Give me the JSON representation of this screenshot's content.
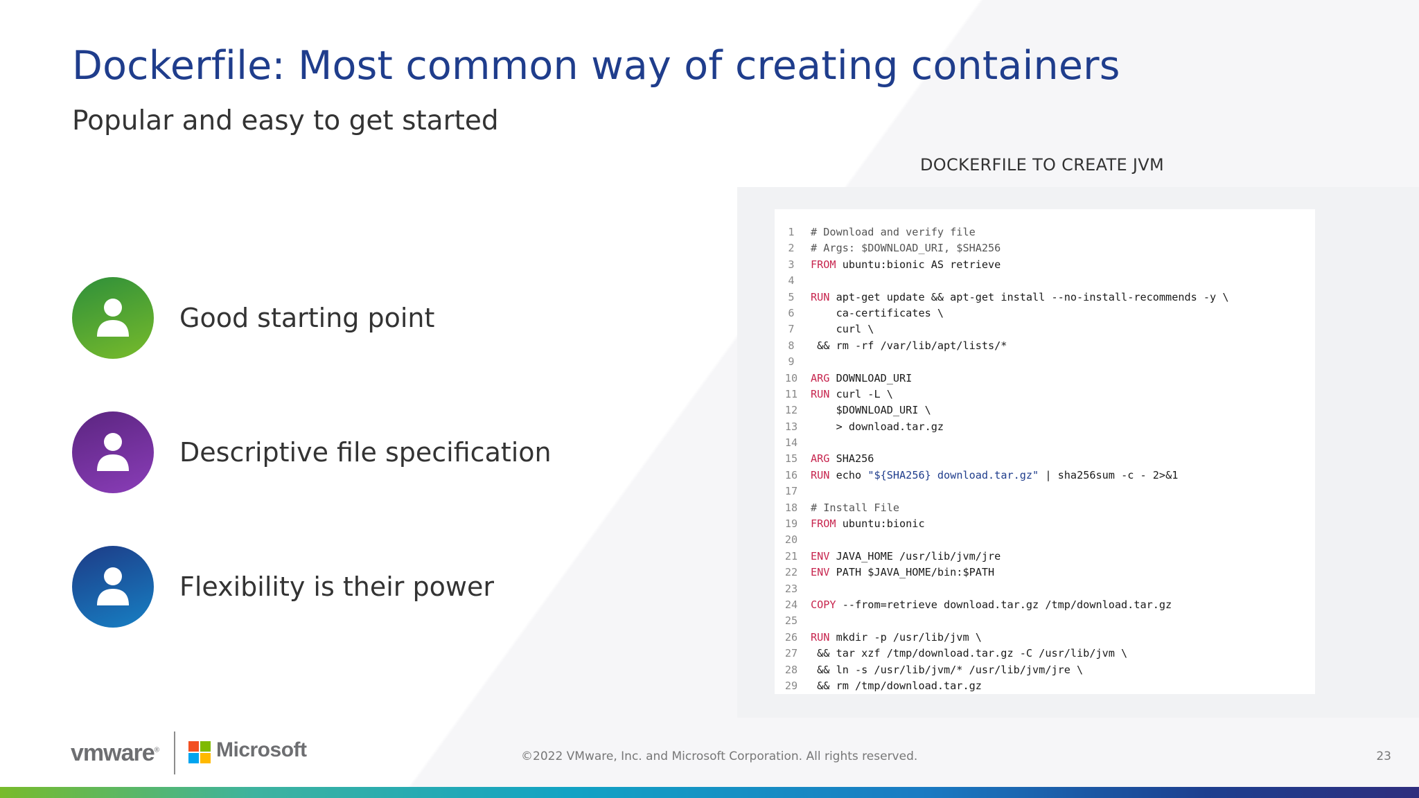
{
  "title": "Dockerfile: Most common way of creating containers",
  "subtitle": "Popular and easy to get started",
  "points": [
    {
      "label": "Good starting point",
      "icon": "user-icon",
      "color": "#4aa532"
    },
    {
      "label": "Descriptive file specification",
      "icon": "user-icon",
      "color": "#6f2fa0"
    },
    {
      "label": "Flexibility is their power",
      "icon": "user-icon",
      "color": "#1a5aa6"
    }
  ],
  "code": {
    "title": "DOCKERFILE TO CREATE JVM",
    "lines": [
      {
        "n": "1",
        "parts": [
          {
            "t": "# Download and verify file",
            "c": "cm"
          }
        ]
      },
      {
        "n": "2",
        "parts": [
          {
            "t": "# Args: $DOWNLOAD_URI, $SHA256",
            "c": "cm"
          }
        ]
      },
      {
        "n": "3",
        "parts": [
          {
            "t": "FROM",
            "c": "kw"
          },
          {
            "t": " ubuntu:bionic AS retrieve",
            "c": ""
          }
        ]
      },
      {
        "n": "4",
        "parts": []
      },
      {
        "n": "5",
        "parts": [
          {
            "t": "RUN",
            "c": "kw"
          },
          {
            "t": " apt-get update && apt-get install --no-install-recommends -y \\",
            "c": ""
          }
        ]
      },
      {
        "n": "6",
        "parts": [
          {
            "t": "    ca-certificates \\",
            "c": ""
          }
        ]
      },
      {
        "n": "7",
        "parts": [
          {
            "t": "    curl \\",
            "c": ""
          }
        ]
      },
      {
        "n": "8",
        "parts": [
          {
            "t": " && rm -rf /var/lib/apt/lists/*",
            "c": ""
          }
        ]
      },
      {
        "n": "9",
        "parts": []
      },
      {
        "n": "10",
        "parts": [
          {
            "t": "ARG",
            "c": "kw"
          },
          {
            "t": " DOWNLOAD_URI",
            "c": ""
          }
        ]
      },
      {
        "n": "11",
        "parts": [
          {
            "t": "RUN",
            "c": "kw"
          },
          {
            "t": " curl -L \\",
            "c": ""
          }
        ]
      },
      {
        "n": "12",
        "parts": [
          {
            "t": "    $DOWNLOAD_URI \\",
            "c": ""
          }
        ]
      },
      {
        "n": "13",
        "parts": [
          {
            "t": "    > download.tar.gz",
            "c": ""
          }
        ]
      },
      {
        "n": "14",
        "parts": []
      },
      {
        "n": "15",
        "parts": [
          {
            "t": "ARG",
            "c": "kw"
          },
          {
            "t": " SHA256",
            "c": ""
          }
        ]
      },
      {
        "n": "16",
        "parts": [
          {
            "t": "RUN",
            "c": "kw"
          },
          {
            "t": " echo ",
            "c": ""
          },
          {
            "t": "\"${SHA256} download.tar.gz\"",
            "c": "str"
          },
          {
            "t": " | sha256sum -c - 2>&1",
            "c": ""
          }
        ]
      },
      {
        "n": "17",
        "parts": []
      },
      {
        "n": "18",
        "parts": [
          {
            "t": "# Install File",
            "c": "cm"
          }
        ]
      },
      {
        "n": "19",
        "parts": [
          {
            "t": "FROM",
            "c": "kw"
          },
          {
            "t": " ubuntu:bionic",
            "c": ""
          }
        ]
      },
      {
        "n": "20",
        "parts": []
      },
      {
        "n": "21",
        "parts": [
          {
            "t": "ENV",
            "c": "kw"
          },
          {
            "t": " JAVA_HOME /usr/lib/jvm/jre",
            "c": ""
          }
        ]
      },
      {
        "n": "22",
        "parts": [
          {
            "t": "ENV",
            "c": "kw"
          },
          {
            "t": " PATH $JAVA_HOME/bin:$PATH",
            "c": ""
          }
        ]
      },
      {
        "n": "23",
        "parts": []
      },
      {
        "n": "24",
        "parts": [
          {
            "t": "COPY",
            "c": "kw"
          },
          {
            "t": " --from=retrieve download.tar.gz /tmp/download.tar.gz",
            "c": ""
          }
        ]
      },
      {
        "n": "25",
        "parts": []
      },
      {
        "n": "26",
        "parts": [
          {
            "t": "RUN",
            "c": "kw"
          },
          {
            "t": " mkdir -p /usr/lib/jvm \\",
            "c": ""
          }
        ]
      },
      {
        "n": "27",
        "parts": [
          {
            "t": " && tar xzf /tmp/download.tar.gz -C /usr/lib/jvm \\",
            "c": ""
          }
        ]
      },
      {
        "n": "28",
        "parts": [
          {
            "t": " && ln -s /usr/lib/jvm/* /usr/lib/jvm/jre \\",
            "c": ""
          }
        ]
      },
      {
        "n": "29",
        "parts": [
          {
            "t": " && rm /tmp/download.tar.gz",
            "c": ""
          }
        ]
      }
    ]
  },
  "footer": {
    "vmware_logo": "vmware",
    "vmware_mark": "®",
    "microsoft_logo": "Microsoft",
    "copyright": "©2022 VMware, Inc. and Microsoft Corporation. All rights reserved.",
    "page_number": "23"
  },
  "colors": {
    "title": "#1f3d8c",
    "keyword": "#c7254e",
    "ms_red": "#f25022",
    "ms_green": "#7fba00",
    "ms_blue": "#00a4ef",
    "ms_yellow": "#ffb900"
  }
}
